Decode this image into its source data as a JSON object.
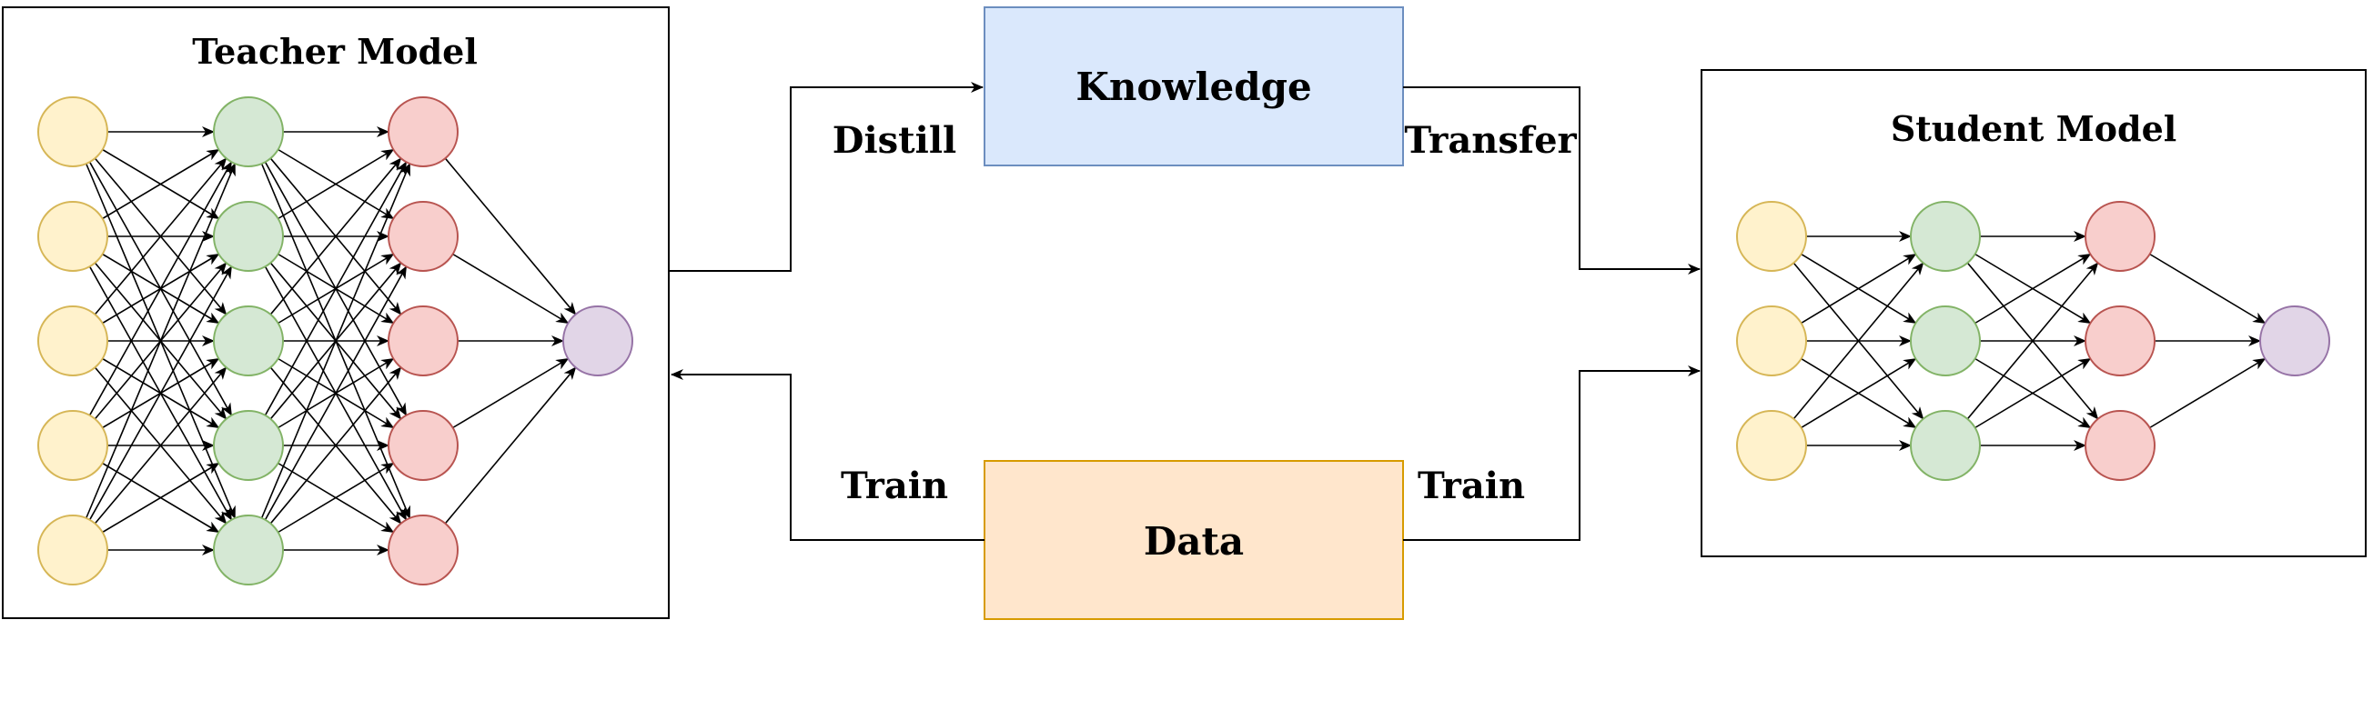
{
  "teacher": {
    "title": "Teacher Model",
    "layers": [
      5,
      5,
      5,
      1
    ]
  },
  "student": {
    "title": "Student Model",
    "layers": [
      3,
      3,
      3,
      1
    ]
  },
  "knowledge": {
    "label": "Knowledge"
  },
  "data": {
    "label": "Data"
  },
  "edges": {
    "distill": "Distill",
    "transfer": "Transfer",
    "train_teacher": "Train",
    "train_student": "Train"
  },
  "colors": {
    "input": {
      "fill": "#fff2cc",
      "stroke": "#d6b656"
    },
    "hidden": {
      "fill": "#d5e8d4",
      "stroke": "#82b366"
    },
    "output": {
      "fill": "#f8cecc",
      "stroke": "#b85450"
    },
    "final": {
      "fill": "#e1d5e7",
      "stroke": "#9673a6"
    },
    "knowledge_box": {
      "fill": "#dae8fc",
      "stroke": "#6c8ebf"
    },
    "data_box": {
      "fill": "#ffe6cc",
      "stroke": "#d79b00"
    }
  }
}
